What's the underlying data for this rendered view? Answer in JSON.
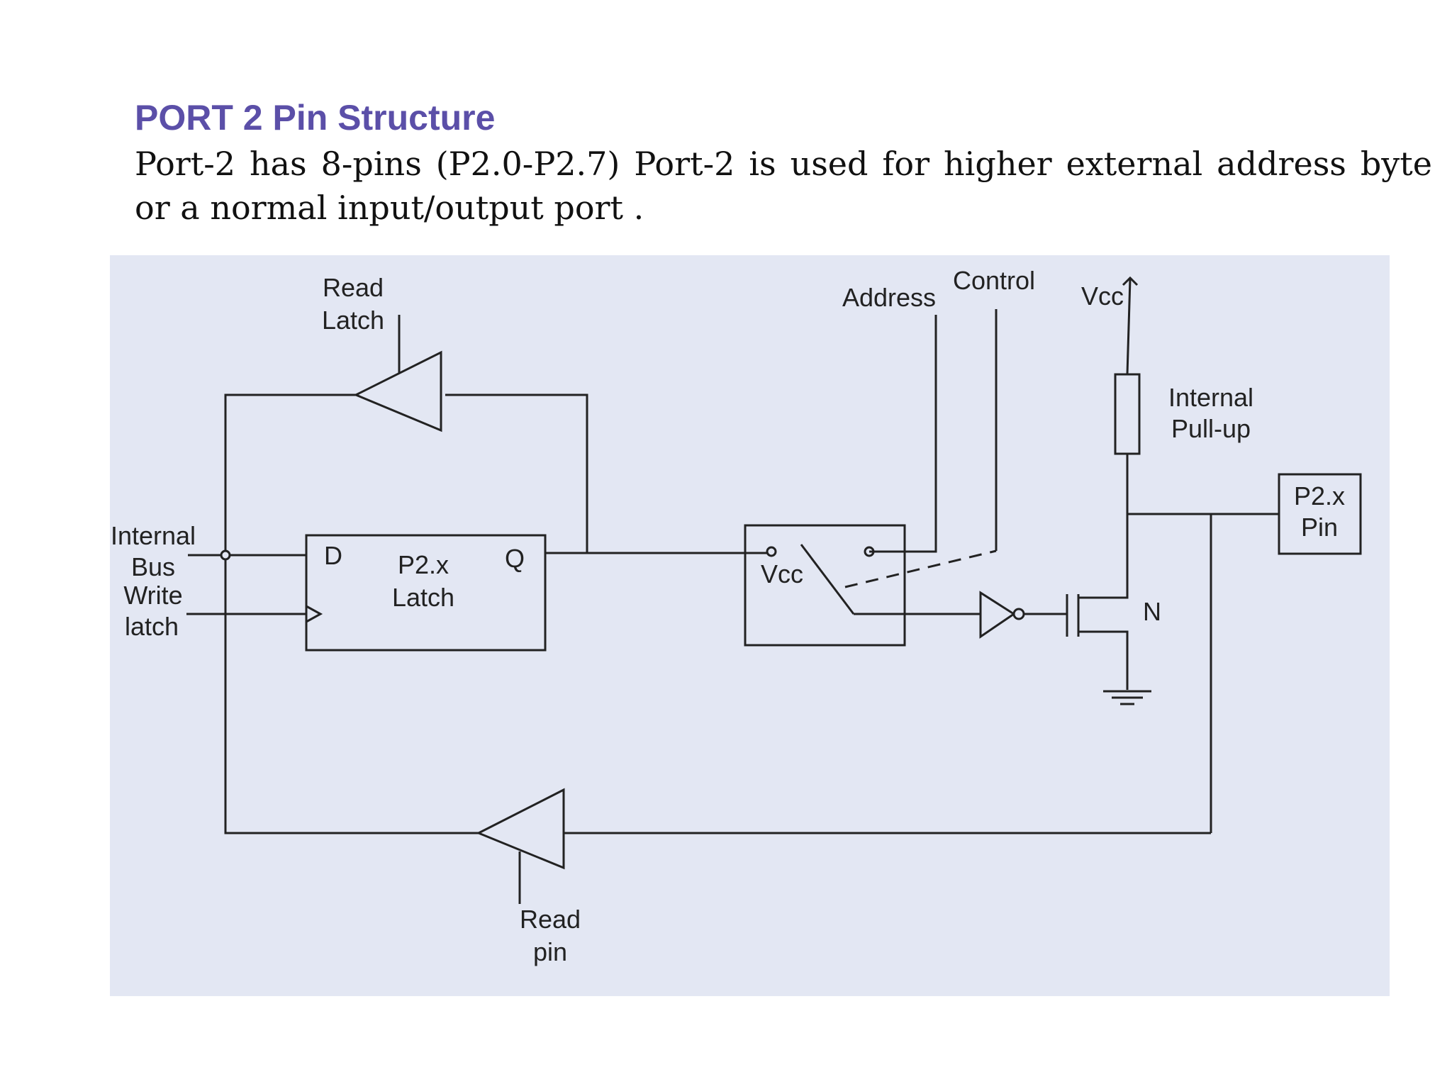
{
  "title": "PORT 2  Pin Structure",
  "description": "Port-2 has 8-pins (P2.0-P2.7) Port-2 is used for higher external address byte or a normal input/output port .",
  "diagram": {
    "background_color": "#e3e7f3",
    "labels": {
      "read_latch_1": "Read",
      "read_latch_2": "Latch",
      "address": "Address",
      "control": "Control",
      "vcc_top": "Vcc",
      "pullup_1": "Internal",
      "pullup_2": "Pull-up",
      "pin_1": "P2.x",
      "pin_2": "Pin",
      "bus_1": "Internal",
      "bus_2": "Bus",
      "bus_3": "Write",
      "bus_4": "latch",
      "latch_d": "D",
      "latch_q": "Q",
      "latch_1": "P2.x",
      "latch_2": "Latch",
      "mux_vcc": "Vcc",
      "fet_n": "N",
      "read_pin_1": "Read",
      "read_pin_2": "pin"
    }
  }
}
